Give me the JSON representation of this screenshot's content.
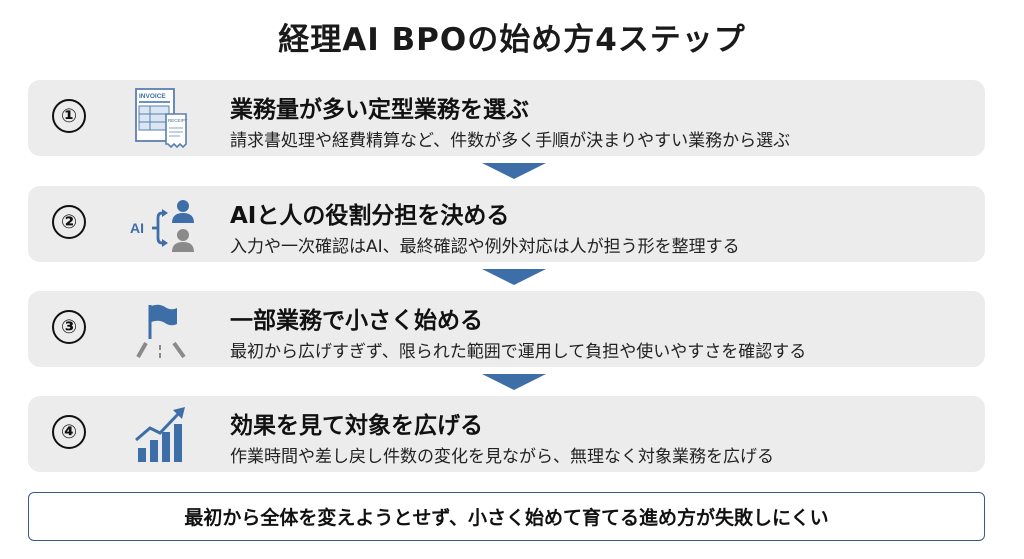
{
  "title": "経理AI BPOの始め方4ステップ",
  "steps": [
    {
      "number": "①",
      "icon": "invoice-receipt-icon",
      "icon_texts": [
        "INVOICE",
        "RECEIPT"
      ],
      "heading": "業務量が多い定型業務を選ぶ",
      "description": "請求書処理や経費精算など、件数が多く手順が決まりやすい業務から選ぶ"
    },
    {
      "number": "②",
      "icon": "ai-human-split-icon",
      "icon_texts": [
        "AI"
      ],
      "heading": "AIと人の役割分担を決める",
      "description": "入力や一次確認はAI、最終確認や例外対応は人が担う形を整理する"
    },
    {
      "number": "③",
      "icon": "flag-road-icon",
      "heading": "一部業務で小さく始める",
      "description": "最初から広げすぎず、限られた範囲で運用して負担や使いやすさを確認する"
    },
    {
      "number": "④",
      "icon": "growth-chart-icon",
      "heading": "効果を見て対象を広げる",
      "description": "作業時間や差し戻し件数の変化を見ながら、無理なく対象業務を広げる"
    }
  ],
  "footer": "最初から全体を変えようとせず、小さく始めて育てる進め方が失敗しにくい",
  "colors": {
    "step_background": "#ececec",
    "arrow": "#3d6ea8",
    "icon_blue": "#3d6ea8",
    "icon_gray": "#8a8a8a",
    "footer_border": "#3a5a8c"
  }
}
